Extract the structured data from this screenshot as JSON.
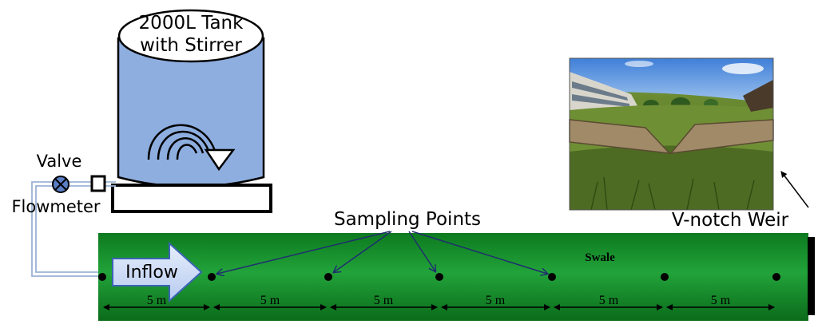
{
  "tank": {
    "label_line1": "2000L Tank",
    "label_line2": "with Stirrer",
    "body_color": "#8eaee0"
  },
  "valve": {
    "label": "Valve",
    "icon": "valve-cross-icon"
  },
  "flowmeter": {
    "label": "Flowmeter",
    "icon": "flowmeter-box-icon"
  },
  "inflow": {
    "label": "Inflow"
  },
  "sampling": {
    "label": "Sampling Points"
  },
  "swale": {
    "label": "Swale",
    "color": "#1a8c2e"
  },
  "weir": {
    "label": "V-notch Weir"
  },
  "distances": [
    "5 m",
    "5 m",
    "5 m",
    "5 m",
    "5 m",
    "5 m"
  ]
}
